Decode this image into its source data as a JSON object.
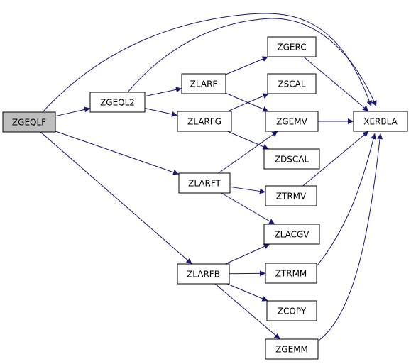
{
  "colors": {
    "edge": "#191970",
    "node_border": "#000000",
    "node_fill": "#ffffff",
    "root_fill": "#bfbfbf"
  },
  "nodes": [
    {
      "id": "ZGEQLF",
      "label": "ZGEQLF",
      "root": true
    },
    {
      "id": "ZGEQL2",
      "label": "ZGEQL2"
    },
    {
      "id": "ZLARF",
      "label": "ZLARF"
    },
    {
      "id": "ZLARFG",
      "label": "ZLARFG"
    },
    {
      "id": "ZLARFT",
      "label": "ZLARFT"
    },
    {
      "id": "ZLARFB",
      "label": "ZLARFB"
    },
    {
      "id": "ZGERC",
      "label": "ZGERC"
    },
    {
      "id": "ZSCAL",
      "label": "ZSCAL"
    },
    {
      "id": "ZGEMV",
      "label": "ZGEMV"
    },
    {
      "id": "ZDSCAL",
      "label": "ZDSCAL"
    },
    {
      "id": "ZTRMV",
      "label": "ZTRMV"
    },
    {
      "id": "ZLACGV",
      "label": "ZLACGV"
    },
    {
      "id": "ZTRMM",
      "label": "ZTRMM"
    },
    {
      "id": "ZCOPY",
      "label": "ZCOPY"
    },
    {
      "id": "ZGEMM",
      "label": "ZGEMM"
    },
    {
      "id": "XERBLA",
      "label": "XERBLA"
    }
  ],
  "edges": [
    {
      "from": "ZGEQLF",
      "to": "ZGEQL2"
    },
    {
      "from": "ZGEQLF",
      "to": "XERBLA"
    },
    {
      "from": "ZGEQLF",
      "to": "ZLARFT"
    },
    {
      "from": "ZGEQLF",
      "to": "ZLARFB"
    },
    {
      "from": "ZGEQL2",
      "to": "XERBLA"
    },
    {
      "from": "ZGEQL2",
      "to": "ZLARF"
    },
    {
      "from": "ZGEQL2",
      "to": "ZLARFG"
    },
    {
      "from": "ZLARF",
      "to": "ZGERC"
    },
    {
      "from": "ZLARF",
      "to": "ZGEMV"
    },
    {
      "from": "ZLARFG",
      "to": "ZSCAL"
    },
    {
      "from": "ZLARFG",
      "to": "ZDSCAL"
    },
    {
      "from": "ZLARFT",
      "to": "ZGEMV"
    },
    {
      "from": "ZLARFT",
      "to": "ZTRMV"
    },
    {
      "from": "ZLARFT",
      "to": "ZLACGV"
    },
    {
      "from": "ZLARFB",
      "to": "ZLACGV"
    },
    {
      "from": "ZLARFB",
      "to": "ZTRMM"
    },
    {
      "from": "ZLARFB",
      "to": "ZCOPY"
    },
    {
      "from": "ZLARFB",
      "to": "ZGEMM"
    },
    {
      "from": "ZGERC",
      "to": "XERBLA"
    },
    {
      "from": "ZGEMV",
      "to": "XERBLA"
    },
    {
      "from": "ZTRMV",
      "to": "XERBLA"
    },
    {
      "from": "ZTRMM",
      "to": "XERBLA"
    },
    {
      "from": "ZGEMM",
      "to": "XERBLA"
    }
  ]
}
